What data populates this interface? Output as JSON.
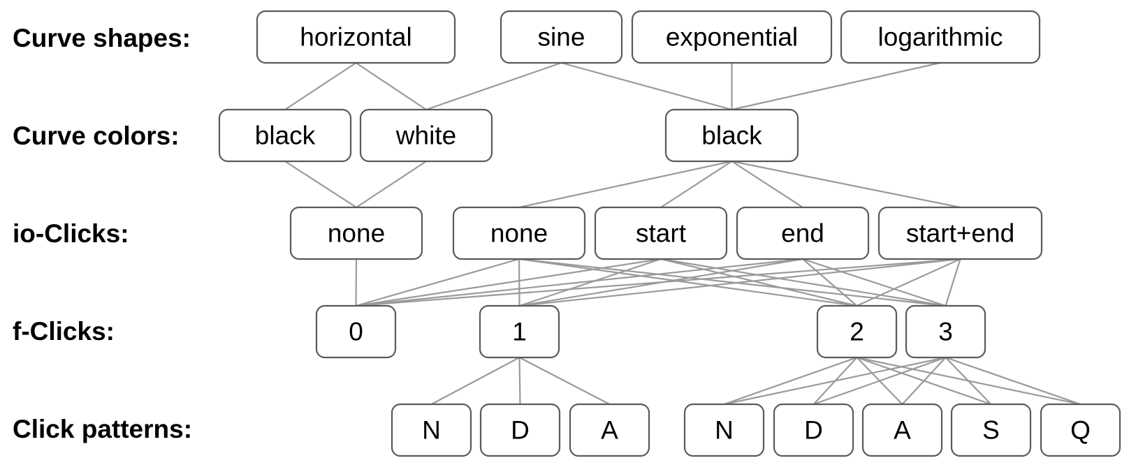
{
  "rows": {
    "shapes": "Curve shapes:",
    "colors": "Curve colors:",
    "io_clicks": "io-Clicks:",
    "f_clicks": "f-Clicks:",
    "patterns": "Click patterns:"
  },
  "nodes": {
    "shape_horizontal": "horizontal",
    "shape_sine": "sine",
    "shape_exponential": "exponential",
    "shape_logarithmic": "logarithmic",
    "color_black_1": "black",
    "color_white": "white",
    "color_black_2": "black",
    "io_none_1": "none",
    "io_none_2": "none",
    "io_start": "start",
    "io_end": "end",
    "io_start_end": "start+end",
    "f_0": "0",
    "f_1": "1",
    "f_2": "2",
    "f_3": "3",
    "p_n_1": "N",
    "p_d_1": "D",
    "p_a_1": "A",
    "p_n_2": "N",
    "p_d_2": "D",
    "p_a_2": "A",
    "p_s": "S",
    "p_q": "Q"
  },
  "edges": [
    [
      "shape_horizontal",
      "color_black_1"
    ],
    [
      "shape_horizontal",
      "color_white"
    ],
    [
      "shape_sine",
      "color_white"
    ],
    [
      "shape_sine",
      "color_black_2"
    ],
    [
      "shape_exponential",
      "color_black_2"
    ],
    [
      "shape_logarithmic",
      "color_black_2"
    ],
    [
      "color_black_1",
      "io_none_1"
    ],
    [
      "color_white",
      "io_none_1"
    ],
    [
      "color_black_2",
      "io_none_2"
    ],
    [
      "color_black_2",
      "io_start"
    ],
    [
      "color_black_2",
      "io_end"
    ],
    [
      "color_black_2",
      "io_start_end"
    ],
    [
      "io_none_1",
      "f_0"
    ],
    [
      "io_none_2",
      "f_0"
    ],
    [
      "io_none_2",
      "f_1"
    ],
    [
      "io_none_2",
      "f_2"
    ],
    [
      "io_none_2",
      "f_3"
    ],
    [
      "io_start",
      "f_0"
    ],
    [
      "io_start",
      "f_1"
    ],
    [
      "io_start",
      "f_2"
    ],
    [
      "io_start",
      "f_3"
    ],
    [
      "io_end",
      "f_0"
    ],
    [
      "io_end",
      "f_1"
    ],
    [
      "io_end",
      "f_2"
    ],
    [
      "io_end",
      "f_3"
    ],
    [
      "io_start_end",
      "f_0"
    ],
    [
      "io_start_end",
      "f_1"
    ],
    [
      "io_start_end",
      "f_2"
    ],
    [
      "io_start_end",
      "f_3"
    ],
    [
      "f_1",
      "p_n_1"
    ],
    [
      "f_1",
      "p_d_1"
    ],
    [
      "f_1",
      "p_a_1"
    ],
    [
      "f_2",
      "p_n_2"
    ],
    [
      "f_2",
      "p_d_2"
    ],
    [
      "f_2",
      "p_a_2"
    ],
    [
      "f_2",
      "p_s"
    ],
    [
      "f_2",
      "p_q"
    ],
    [
      "f_3",
      "p_n_2"
    ],
    [
      "f_3",
      "p_d_2"
    ],
    [
      "f_3",
      "p_a_2"
    ],
    [
      "f_3",
      "p_s"
    ],
    [
      "f_3",
      "p_q"
    ]
  ]
}
